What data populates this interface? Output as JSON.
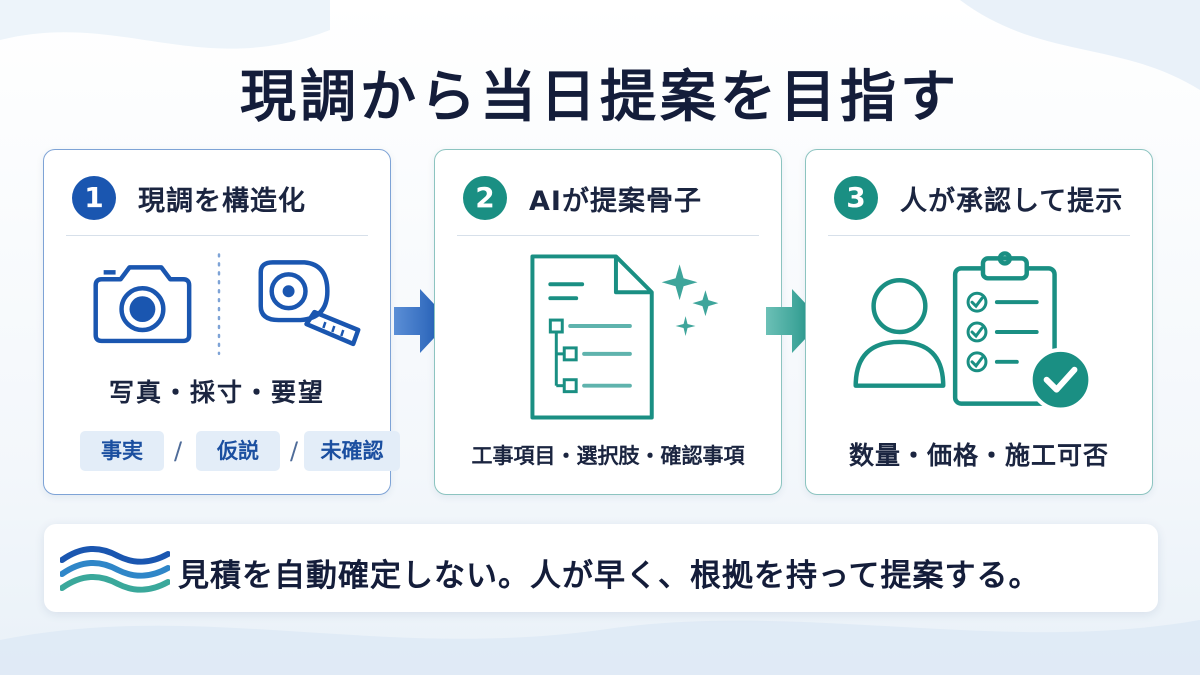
{
  "title": "現調から当日提案を目指す",
  "steps": [
    {
      "number": "1",
      "title": "現調を構造化",
      "caption": "写真・採寸・要望",
      "tags": [
        "事実",
        "仮説",
        "未確認"
      ],
      "separator": "/"
    },
    {
      "number": "2",
      "title": "AIが提案骨子",
      "caption": "工事項目・選択肢・確認事項"
    },
    {
      "number": "3",
      "title": "人が承認して提示",
      "caption": "数量・価格・施工可否"
    }
  ],
  "footer": {
    "message": "見積を自動確定しない。人が早く、根拠を持って提案する。"
  },
  "colors": {
    "blue": "#1a56b0",
    "teal": "#1a8f83",
    "title": "#141d3a"
  }
}
